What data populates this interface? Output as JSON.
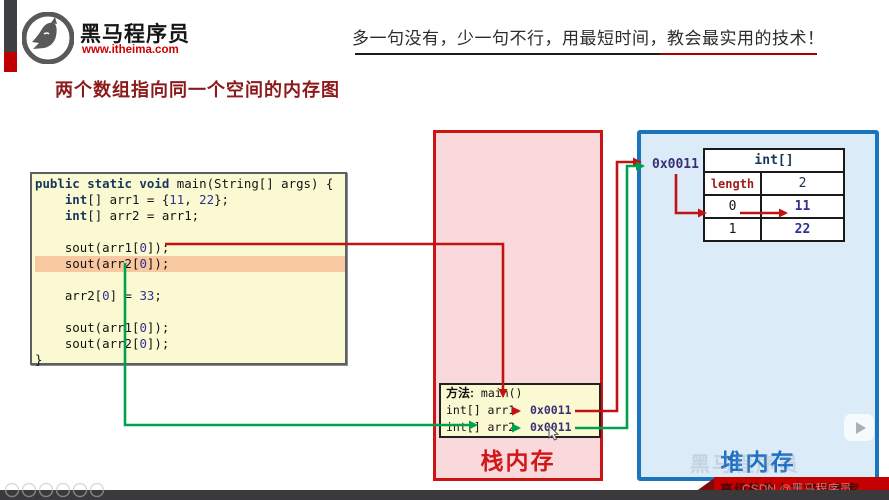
{
  "header": {
    "brand_name": "黑马程序员",
    "brand_url": "www.itheima.com",
    "slogan": "多一句没有，少一句不行，用最短时间，教会最实用的技术！"
  },
  "slide": {
    "title": "两个数组指向同一个空间的内存图"
  },
  "code_panel": {
    "lines": [
      {
        "highlight": false,
        "segments": [
          {
            "text": "public static void",
            "style": "kw"
          },
          {
            "text": " main(String[] args) {",
            "style": "pl"
          }
        ]
      },
      {
        "highlight": false,
        "segments": [
          {
            "text": "    ",
            "style": "pl"
          },
          {
            "text": "int",
            "style": "kw"
          },
          {
            "text": "[] arr1 = {",
            "style": "pl"
          },
          {
            "text": "11",
            "style": "num"
          },
          {
            "text": ", ",
            "style": "pl"
          },
          {
            "text": "22",
            "style": "num"
          },
          {
            "text": "};",
            "style": "pl"
          }
        ]
      },
      {
        "highlight": false,
        "segments": [
          {
            "text": "    ",
            "style": "pl"
          },
          {
            "text": "int",
            "style": "kw"
          },
          {
            "text": "[] arr2 = arr1;",
            "style": "pl"
          }
        ]
      },
      {
        "highlight": false,
        "segments": []
      },
      {
        "highlight": false,
        "segments": [
          {
            "text": "    sout(arr1[",
            "style": "pl"
          },
          {
            "text": "0",
            "style": "num"
          },
          {
            "text": "]);",
            "style": "pl"
          }
        ]
      },
      {
        "highlight": true,
        "segments": [
          {
            "text": "    sout(arr2[",
            "style": "pl"
          },
          {
            "text": "0",
            "style": "num"
          },
          {
            "text": "]);",
            "style": "pl"
          }
        ]
      },
      {
        "highlight": false,
        "segments": []
      },
      {
        "highlight": false,
        "segments": [
          {
            "text": "    arr2[",
            "style": "pl"
          },
          {
            "text": "0",
            "style": "num"
          },
          {
            "text": "] = ",
            "style": "pl"
          },
          {
            "text": "33",
            "style": "num"
          },
          {
            "text": ";",
            "style": "pl"
          }
        ]
      },
      {
        "highlight": false,
        "segments": []
      },
      {
        "highlight": false,
        "segments": [
          {
            "text": "    sout(arr1[",
            "style": "pl"
          },
          {
            "text": "0",
            "style": "num"
          },
          {
            "text": "]);",
            "style": "pl"
          }
        ]
      },
      {
        "highlight": false,
        "segments": [
          {
            "text": "    sout(arr2[",
            "style": "pl"
          },
          {
            "text": "0",
            "style": "num"
          },
          {
            "text": "]);",
            "style": "pl"
          }
        ]
      },
      {
        "highlight": false,
        "segments": [
          {
            "text": "}",
            "style": "pl"
          }
        ]
      }
    ]
  },
  "stack_panel": {
    "label": "栈内存",
    "frame": {
      "method_prefix": "方法:",
      "method_name": " main()",
      "entries": [
        {
          "decl": "int[] arr1",
          "value": "0x0011"
        },
        {
          "decl": "int[] arr2",
          "value": "0x0011"
        }
      ]
    }
  },
  "heap_panel": {
    "label": "堆内存",
    "address_label": "0x0011",
    "array_table": {
      "type_header": "int[]",
      "rows": [
        {
          "key": "length",
          "value": "2",
          "key_style": "len",
          "value_style": "dark"
        },
        {
          "key": "0",
          "value": "11",
          "key_style": "idx",
          "value_style": "numv"
        },
        {
          "key": "1",
          "value": "22",
          "key_style": "idx",
          "value_style": "numv"
        }
      ]
    }
  },
  "footer": {
    "banner_text": "高级软件人才培训专家",
    "watermark_text": "CSDN @黑马程序员",
    "watermark_big": "黑马程序员"
  },
  "colors": {
    "arrow_red": "#c31212",
    "arrow_green": "#00a14e",
    "stack_fill": "#fad9dd",
    "stack_border": "#cc1414",
    "heap_fill": "#dbebf8",
    "heap_border": "#1b75bc",
    "code_fill": "#fbf9d2",
    "highlight_fill": "#f8c9a0",
    "address_text": "#3a2f77",
    "keyword_text": "#17365d",
    "number_text": "#2e3192"
  }
}
